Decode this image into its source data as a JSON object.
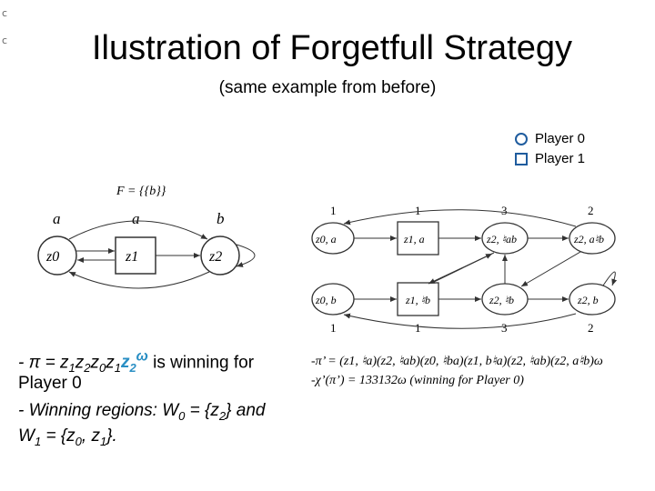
{
  "corner_marks": [
    "c",
    "c"
  ],
  "title": "Ilustration of Forgetfull Strategy",
  "subtitle": "(same example from before)",
  "legend": {
    "player0": "Player 0",
    "player1": "Player 1",
    "border_color": "#1f5c9e"
  },
  "f_set": "F = {{b}}",
  "left_graph": {
    "labels": [
      "a",
      "a",
      "b"
    ],
    "nodes": [
      "z0",
      "z1",
      "z2"
    ]
  },
  "right_graph": {
    "top_priorities": [
      "1",
      "1",
      "3",
      "2"
    ],
    "bottom_priorities": [
      "1",
      "1",
      "3",
      "2"
    ],
    "top_nodes": [
      "z0, a",
      "z1, a",
      "z2, ♮ab",
      "z2, a♮b"
    ],
    "bottom_nodes": [
      "z0, b",
      "z1, ♮b",
      "z2, ♮b",
      "z2, b"
    ]
  },
  "bullets": {
    "line1_prefix": "- π = z",
    "line1_tail": " is winning for",
    "line2": "Player 0",
    "line3_prefix": "- Winning regions: W",
    "line3_mid": " = {z",
    "line3_end": "} and",
    "line4_prefix": "W",
    "line4_mid": " = {z",
    "line4_sep": ", z",
    "line4_end": "}.",
    "accent_color": "#2a8fc4"
  },
  "right_text": {
    "pi_prime": "-π’ = (z1, ♮a)(z2, ♮ab)(z0, ♮ba)(z1, b♮a)(z2, ♮ab)(z2, a♮b)ω",
    "chi": "-χ’(π’) = 133132ω (winning for Player 0)"
  }
}
